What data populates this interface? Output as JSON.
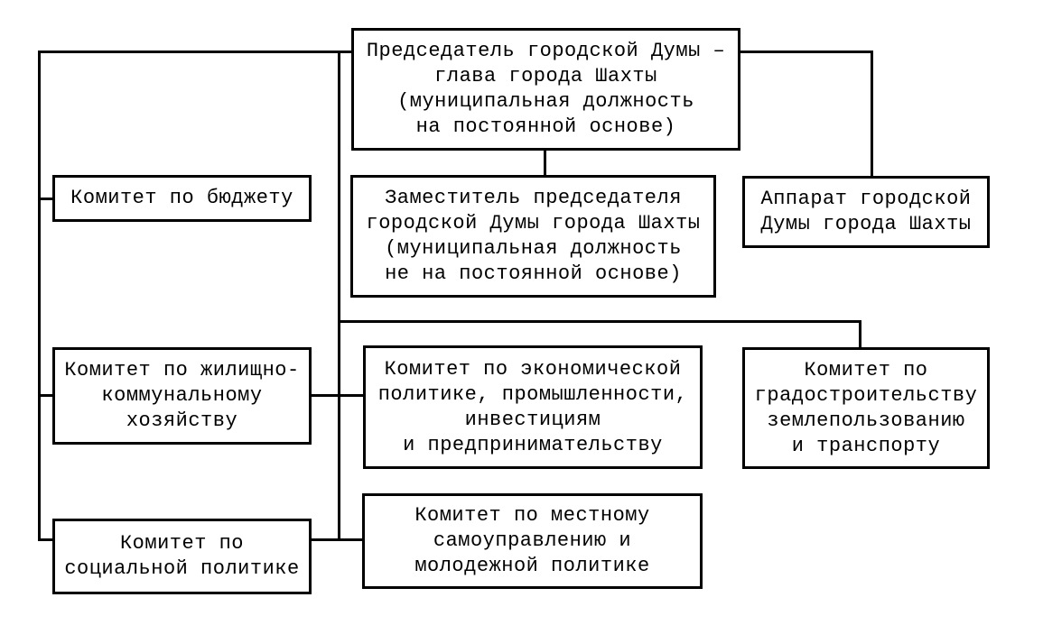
{
  "diagram": {
    "type": "org-chart",
    "language": "ru",
    "nodes": {
      "chairman": "Председатель городской Думы –\nглава города Шахты\n(муниципальная должность\nна постоянной основе)",
      "deputy": "Заместитель председателя\nгородской Думы города Шахты\n(муниципальная должность\nне на постоянной основе)",
      "apparatus": "Аппарат городской\nДумы города Шахты",
      "budget": "Комитет по бюджету",
      "housing": "Комитет по жилищно-\nкоммунальному\nхозяйству",
      "social": "Комитет по\nсоциальной политике",
      "economy": "Комитет по экономической\nполитике, промышленности,\nинвестициям\nи предпринимательству",
      "urban": "Комитет по\nградостроительству\nземлепользованию\nи транспорту",
      "selfgov": "Комитет по местному\nсамоуправлению и\nмолодежной политике"
    },
    "edges": [
      {
        "from": "chairman",
        "to": "deputy"
      },
      {
        "from": "chairman",
        "to": "apparatus"
      },
      {
        "from": "chairman",
        "to": "budget"
      },
      {
        "from": "chairman",
        "to": "housing"
      },
      {
        "from": "chairman",
        "to": "social"
      },
      {
        "from": "chairman",
        "to": "economy"
      },
      {
        "from": "chairman",
        "to": "urban"
      },
      {
        "from": "chairman",
        "to": "selfgov"
      },
      {
        "from": "housing",
        "to": "economy"
      },
      {
        "from": "social",
        "to": "selfgov"
      }
    ],
    "colors": {
      "line": "#000000",
      "box_border": "#000000",
      "box_fill": "#ffffff",
      "text": "#000000",
      "background": "#ffffff"
    }
  }
}
